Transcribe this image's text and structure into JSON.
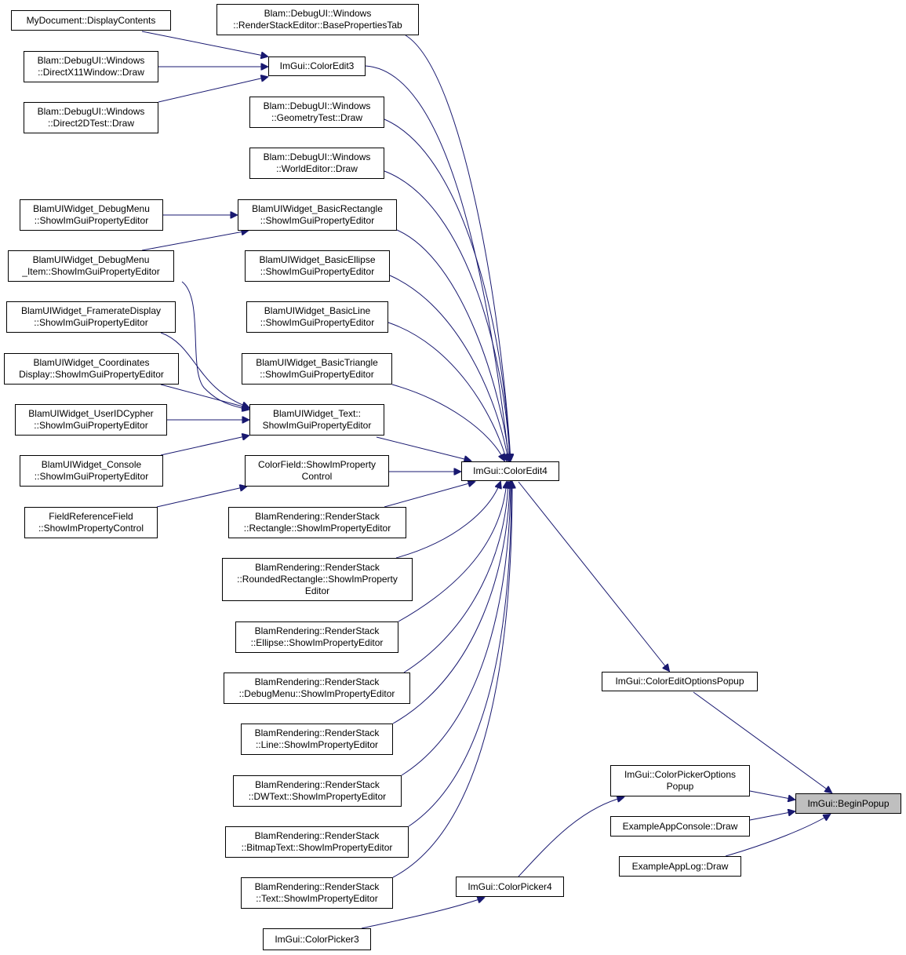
{
  "graph": {
    "edge_color": "#191970",
    "current_fill": "#bfbfbf",
    "nodes": {
      "mydoc": "MyDocument::DisplayContents",
      "dx11": "Blam::DebugUI::Windows\n::DirectX11Window::Draw",
      "d2d": "Blam::DebugUI::Windows\n::Direct2DTest::Draw",
      "basetab": "Blam::DebugUI::Windows\n::RenderStackEditor::BasePropertiesTab",
      "ce3": "ImGui::ColorEdit3",
      "geom": "Blam::DebugUI::Windows\n::GeometryTest::Draw",
      "world": "Blam::DebugUI::Windows\n::WorldEditor::Draw",
      "dbgmenu": "BlamUIWidget_DebugMenu\n::ShowImGuiPropertyEditor",
      "brect": "BlamUIWidget_BasicRectangle\n::ShowImGuiPropertyEditor",
      "dbgitem": "BlamUIWidget_DebugMenu\n_Item::ShowImGuiPropertyEditor",
      "bell": "BlamUIWidget_BasicEllipse\n::ShowImGuiPropertyEditor",
      "frame": "BlamUIWidget_FramerateDisplay\n::ShowImGuiPropertyEditor",
      "bline": "BlamUIWidget_BasicLine\n::ShowImGuiPropertyEditor",
      "coords": "BlamUIWidget_Coordinates\nDisplay::ShowImGuiPropertyEditor",
      "btri": "BlamUIWidget_BasicTriangle\n::ShowImGuiPropertyEditor",
      "cypher": "BlamUIWidget_UserIDCypher\n::ShowImGuiPropertyEditor",
      "text": "BlamUIWidget_Text::\nShowImGuiPropertyEditor",
      "console": "BlamUIWidget_Console\n::ShowImGuiPropertyEditor",
      "cfield": "ColorField::ShowImProperty\nControl",
      "ce4": "ImGui::ColorEdit4",
      "fref": "FieldReferenceField\n::ShowImPropertyControl",
      "rsrect": "BlamRendering::RenderStack\n::Rectangle::ShowImPropertyEditor",
      "rsrrect": "BlamRendering::RenderStack\n::RoundedRectangle::ShowImProperty\nEditor",
      "rsell": "BlamRendering::RenderStack\n::Ellipse::ShowImPropertyEditor",
      "rsdbg": "BlamRendering::RenderStack\n::DebugMenu::ShowImPropertyEditor",
      "ceopt": "ImGui::ColorEditOptionsPopup",
      "rsline": "BlamRendering::RenderStack\n::Line::ShowImPropertyEditor",
      "cpopt": "ImGui::ColorPickerOptions\nPopup",
      "rsdw": "BlamRendering::RenderStack\n::DWText::ShowImPropertyEditor",
      "begin": "ImGui::BeginPopup",
      "appcon": "ExampleAppConsole::Draw",
      "rsbmp": "BlamRendering::RenderStack\n::BitmapText::ShowImPropertyEditor",
      "applog": "ExampleAppLog::Draw",
      "rstext": "BlamRendering::RenderStack\n::Text::ShowImPropertyEditor",
      "cp4": "ImGui::ColorPicker4",
      "cp3": "ImGui::ColorPicker3"
    }
  }
}
